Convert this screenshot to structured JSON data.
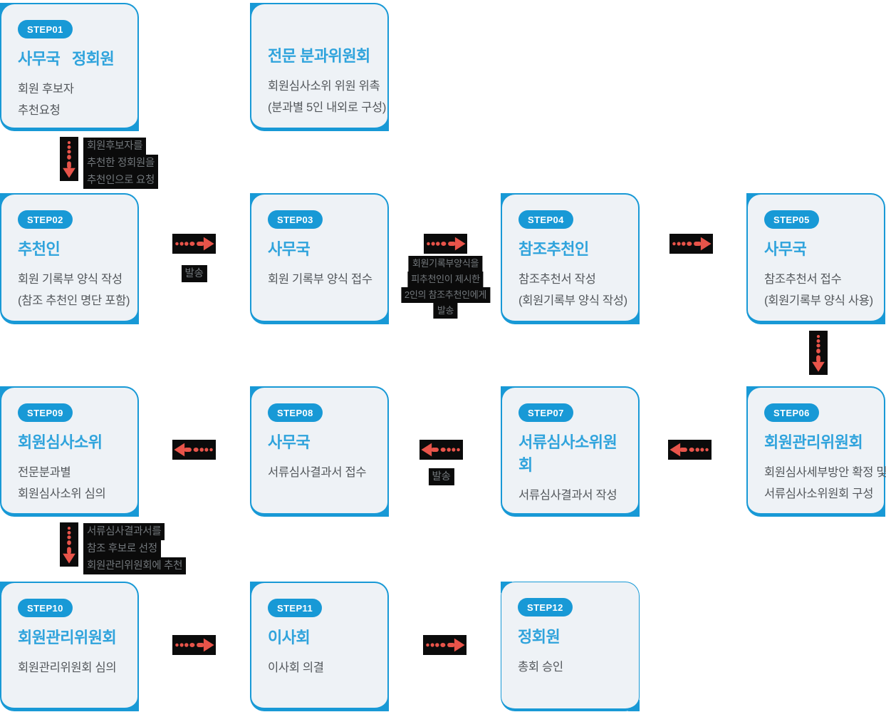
{
  "colors": {
    "accent_blue": "#1899d6",
    "title_blue": "#2fa3dc",
    "card_bg": "#eef2f6",
    "arrow_red": "#e8544a",
    "label_bg": "#0b0b0b",
    "label_text": "#73787c",
    "body_text": "#53575b"
  },
  "boxes": [
    {
      "id": "step01",
      "badge": "STEP01",
      "title": "사무국   정회원",
      "lines": [
        "회원 후보자",
        "추천요청"
      ],
      "col": 0,
      "row": 0
    },
    {
      "id": "expert-subcommittee",
      "badge": null,
      "title": "전문 분과위원회",
      "lines": [
        "회원심사소위 위원 위촉",
        "(분과별 5인 내외로 구성)"
      ],
      "col": 1,
      "row": 0
    },
    {
      "id": "step02",
      "badge": "STEP02",
      "title": "추천인",
      "lines": [
        "회원 기록부 양식 작성",
        "(참조 추천인 명단 포함)"
      ],
      "col": 0,
      "row": 1
    },
    {
      "id": "step03",
      "badge": "STEP03",
      "title": "사무국",
      "lines": [
        "회원 기록부 양식 접수"
      ],
      "col": 1,
      "row": 1
    },
    {
      "id": "step04",
      "badge": "STEP04",
      "title": "참조추천인",
      "lines": [
        "참조추천서 작성",
        "(회원기록부 양식 작성)"
      ],
      "col": 2,
      "row": 1
    },
    {
      "id": "step05",
      "badge": "STEP05",
      "title": "사무국",
      "lines": [
        "참조추천서 접수",
        "(회원기록부 양식 사용)"
      ],
      "col": 3,
      "row": 1
    },
    {
      "id": "step09",
      "badge": "STEP09",
      "title": "회원심사소위",
      "lines": [
        "전문분과별",
        "회원심사소위 심의"
      ],
      "col": 0,
      "row": 2
    },
    {
      "id": "step08",
      "badge": "STEP08",
      "title": "사무국",
      "lines": [
        "서류심사결과서 접수"
      ],
      "col": 1,
      "row": 2
    },
    {
      "id": "step07",
      "badge": "STEP07",
      "title": "서류심사소위원회",
      "lines": [
        "서류심사결과서 작성"
      ],
      "col": 2,
      "row": 2
    },
    {
      "id": "step06",
      "badge": "STEP06",
      "title": "회원관리위원회",
      "lines": [
        "회원심사세부방안 확정 및",
        "서류심사소위원회 구성"
      ],
      "col": 3,
      "row": 2
    },
    {
      "id": "step10",
      "badge": "STEP10",
      "title": "회원관리위원회",
      "lines": [
        "회원관리위원회 심의"
      ],
      "col": 0,
      "row": 3
    },
    {
      "id": "step11",
      "badge": "STEP11",
      "title": "이사회",
      "lines": [
        "이사회 의결"
      ],
      "col": 1,
      "row": 3
    },
    {
      "id": "step12",
      "badge": "STEP12",
      "title": "정회원",
      "lines": [
        "총회 승인"
      ],
      "col": 2,
      "row": 3
    }
  ],
  "arrows": [
    {
      "id": "a1",
      "dir": "down",
      "from": "STEP01",
      "to": "STEP02",
      "label_side": "right",
      "label_lines": [
        "회원후보자를",
        "추천한 정회원을",
        "추천인으로 요청"
      ]
    },
    {
      "id": "a2",
      "dir": "right",
      "from": "STEP02",
      "to": "STEP03",
      "label_side": "below",
      "label_lines": [
        "발송"
      ]
    },
    {
      "id": "a3",
      "dir": "right",
      "from": "STEP03",
      "to": "STEP04",
      "label_side": "below",
      "label_lines": [
        "회원기록부양식을",
        "피추천인이 제시한",
        "2인의 참조추천인에게",
        "발송"
      ]
    },
    {
      "id": "a4",
      "dir": "right",
      "from": "STEP04",
      "to": "STEP05",
      "label_lines": []
    },
    {
      "id": "a5",
      "dir": "down",
      "from": "STEP05",
      "to": "STEP06",
      "label_lines": []
    },
    {
      "id": "a6",
      "dir": "left",
      "from": "STEP06",
      "to": "STEP07",
      "label_lines": []
    },
    {
      "id": "a7",
      "dir": "left",
      "from": "STEP07",
      "to": "STEP08",
      "label_side": "below",
      "label_lines": [
        "발송"
      ]
    },
    {
      "id": "a8",
      "dir": "left",
      "from": "STEP08",
      "to": "STEP09",
      "label_lines": []
    },
    {
      "id": "a9",
      "dir": "down",
      "from": "STEP09",
      "to": "STEP10",
      "label_side": "right",
      "label_lines": [
        "서류심사결과서를",
        "참조 후보로 선정",
        "회원관리위원회에 추천"
      ]
    },
    {
      "id": "a10",
      "dir": "right",
      "from": "STEP10",
      "to": "STEP11",
      "label_lines": []
    },
    {
      "id": "a11",
      "dir": "right",
      "from": "STEP11",
      "to": "STEP12",
      "label_lines": []
    }
  ]
}
